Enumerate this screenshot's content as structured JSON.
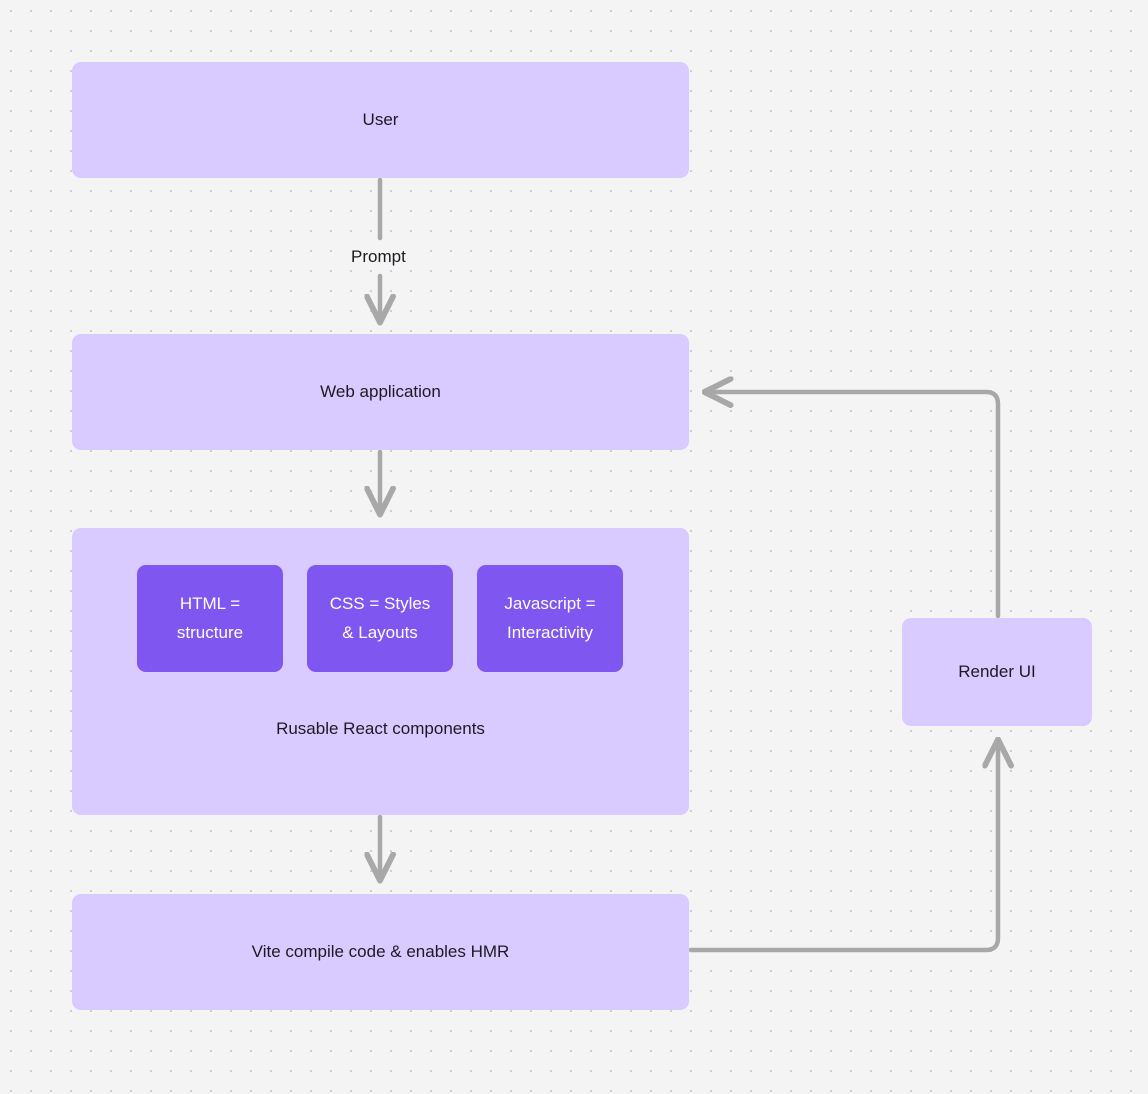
{
  "diagram": {
    "type": "flowchart",
    "background_color": "#f4f4f4",
    "node_fill": "#d9caff",
    "chip_fill": "#7f56f0",
    "edge_color": "#a8a8a8",
    "text_color": "#1c1b22",
    "chip_text_color": "#ffffff",
    "nodes": [
      {
        "id": "user",
        "label": "User"
      },
      {
        "id": "webapp",
        "label": "Web application"
      },
      {
        "id": "components",
        "label": "Rusable React components"
      },
      {
        "id": "vite",
        "label": "Vite compile code & enables HMR"
      },
      {
        "id": "render",
        "label": "Render UI"
      }
    ],
    "chips": [
      {
        "id": "html",
        "label": "HTML =\nstructure"
      },
      {
        "id": "css",
        "label": "CSS = Styles\n& Layouts"
      },
      {
        "id": "javascript",
        "label": "Javascript =\nInteractivity"
      }
    ],
    "edges": [
      {
        "id": "user-to-webapp",
        "from": "user",
        "to": "webapp",
        "label": "Prompt"
      },
      {
        "id": "webapp-to-components",
        "from": "webapp",
        "to": "components",
        "label": ""
      },
      {
        "id": "components-to-vite",
        "from": "components",
        "to": "vite",
        "label": ""
      },
      {
        "id": "vite-to-render",
        "from": "vite",
        "to": "render",
        "label": ""
      },
      {
        "id": "render-to-webapp",
        "from": "render",
        "to": "webapp",
        "label": ""
      }
    ]
  }
}
